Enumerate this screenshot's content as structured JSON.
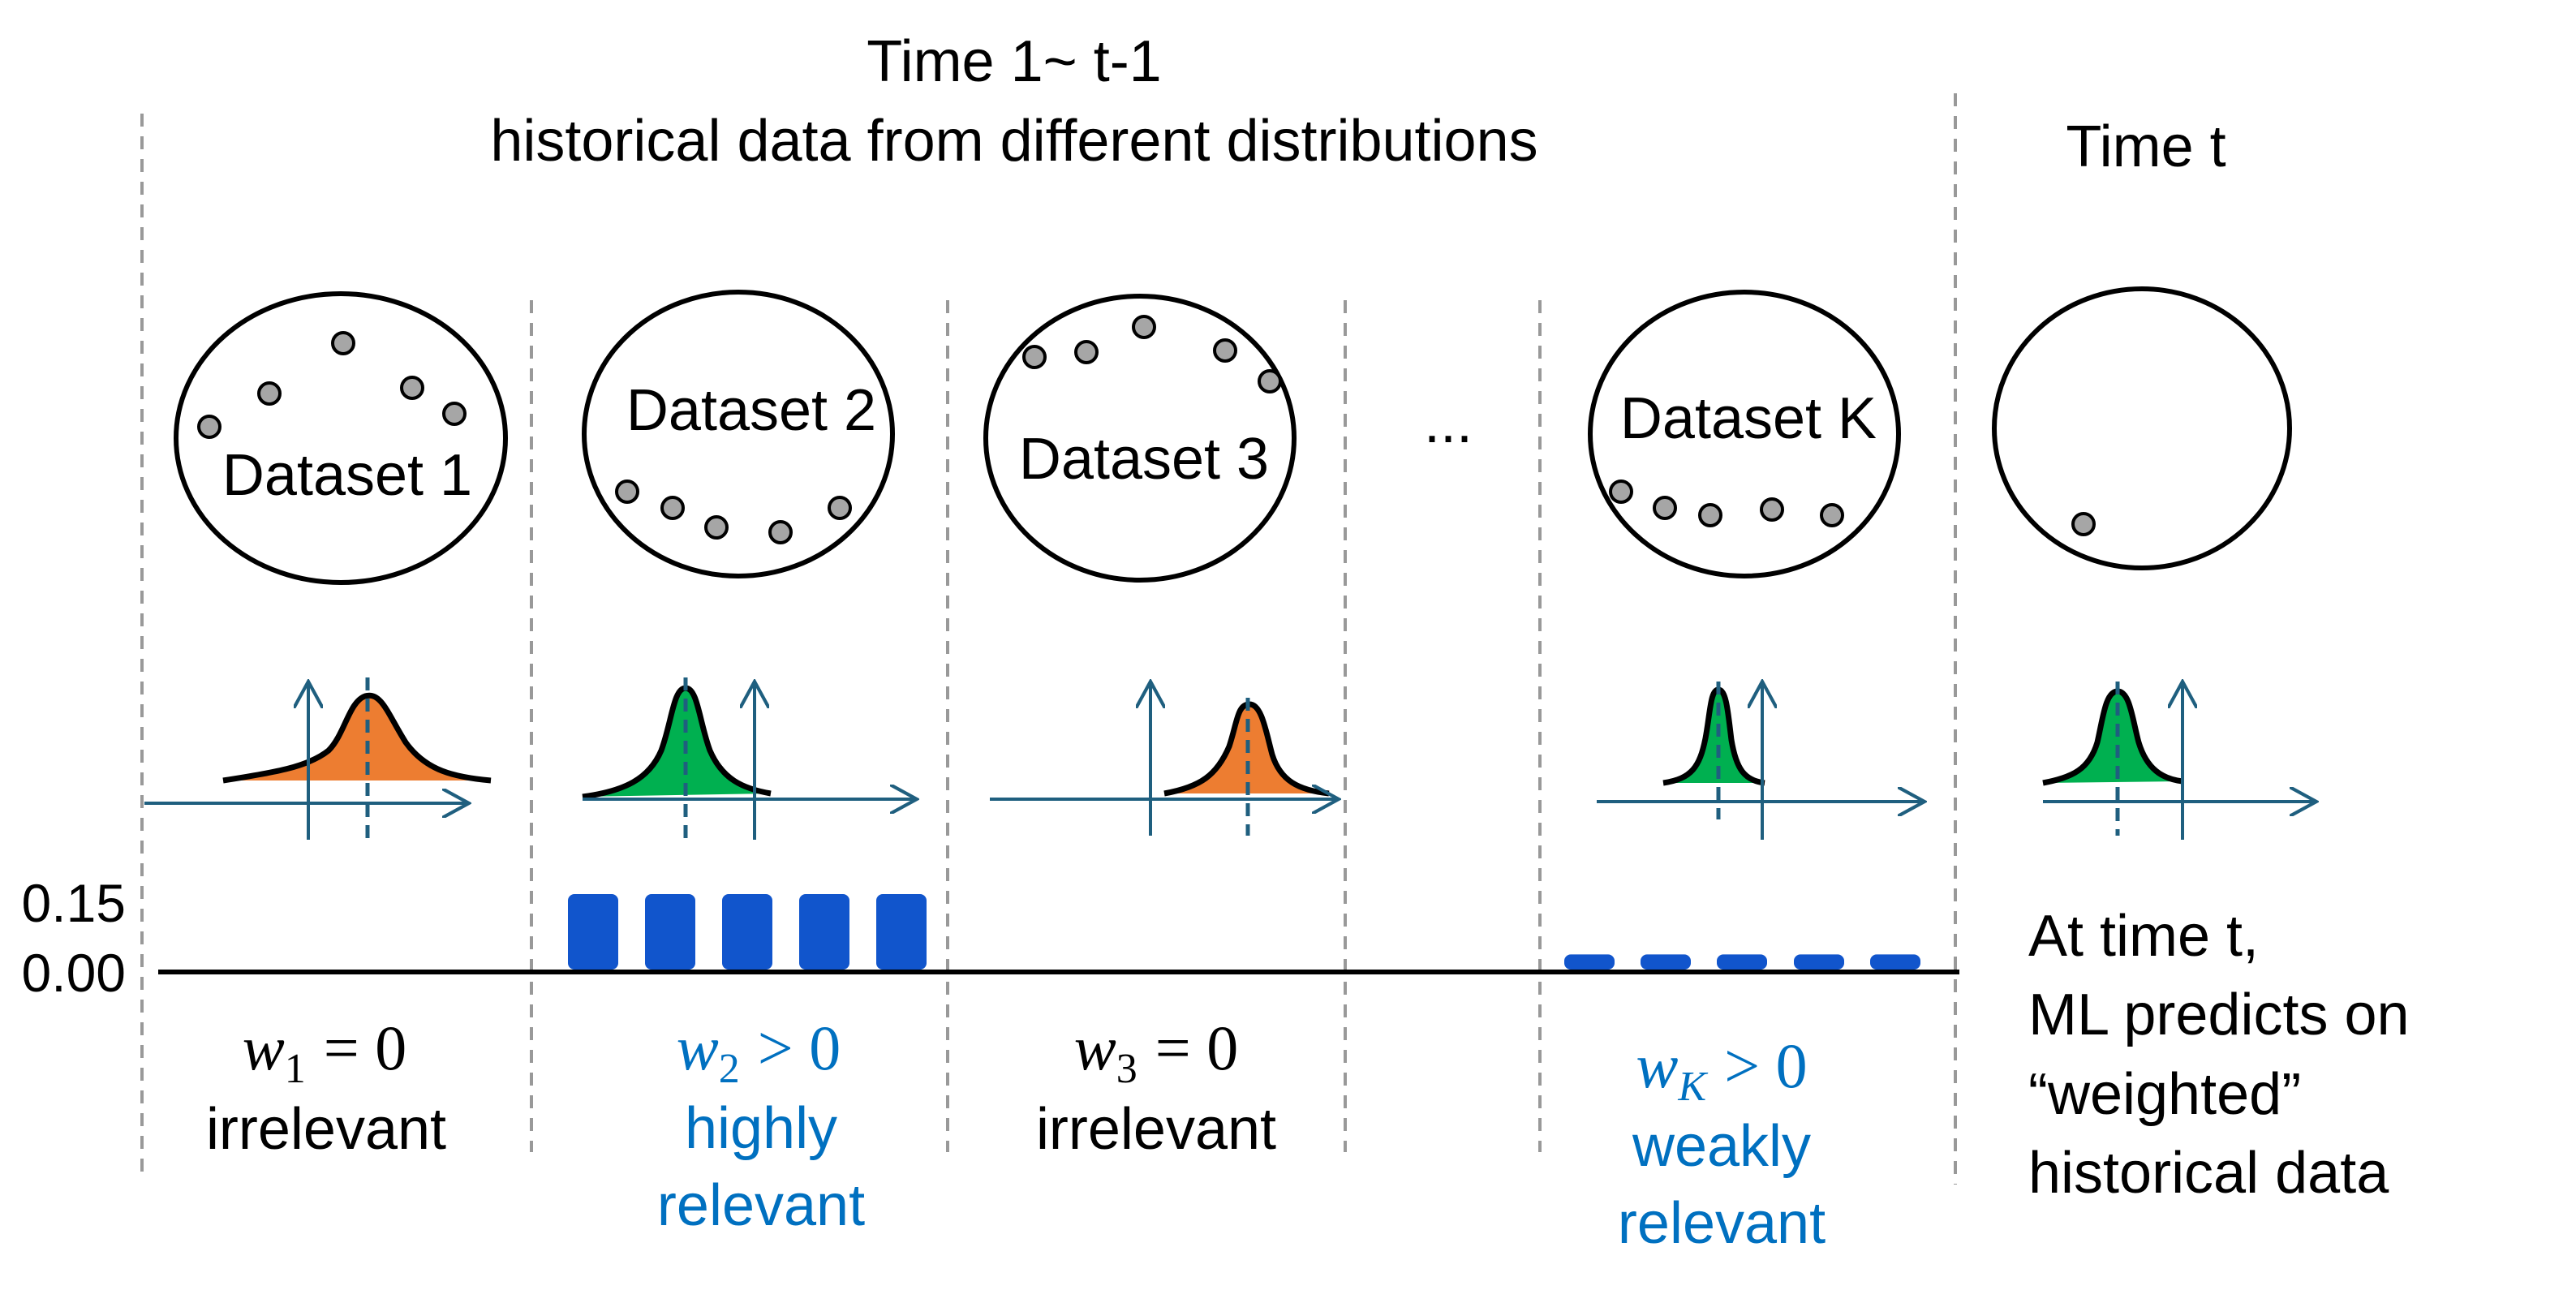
{
  "header": {
    "title_line1": "Time 1~ t-1",
    "title_line2": "historical data from different distributions",
    "time_t": "Time t"
  },
  "ellipsis": "...",
  "datasets": [
    {
      "name": "Dataset 1",
      "distribution_color": "#ed7d31",
      "weight_symbol": "w",
      "weight_sub": "1",
      "weight_rel": "= 0",
      "relevance": "irrelevant",
      "relevance_color": "#000000",
      "bar_value": 0
    },
    {
      "name": "Dataset 2",
      "distribution_color": "#00b050",
      "weight_symbol": "w",
      "weight_sub": "2",
      "weight_rel": "> 0",
      "relevance_line1": "highly",
      "relevance_line2": "relevant",
      "relevance_color": "#0070c0",
      "bar_value": 0.15
    },
    {
      "name": "Dataset 3",
      "distribution_color": "#ed7d31",
      "weight_symbol": "w",
      "weight_sub": "3",
      "weight_rel": "= 0",
      "relevance": "irrelevant",
      "relevance_color": "#000000",
      "bar_value": 0
    },
    {
      "name": "Dataset K",
      "distribution_color": "#00b050",
      "weight_symbol": "w",
      "weight_sub": "K",
      "weight_rel": "> 0",
      "relevance_line1": "weakly",
      "relevance_line2": "relevant",
      "relevance_color": "#0070c0",
      "bar_value": 0.03
    }
  ],
  "current": {
    "distribution_color": "#00b050",
    "note_lines": [
      "At time t,",
      "ML predicts on",
      "“weighted”",
      "historical data"
    ]
  },
  "axis": {
    "ticks": [
      "0.15",
      "0.00"
    ],
    "ymax": 0.15
  },
  "colors": {
    "bar": "#1155cc",
    "axis_arrow": "#1f5f7f",
    "divider": "#999999",
    "point": "#a6a6a6"
  }
}
